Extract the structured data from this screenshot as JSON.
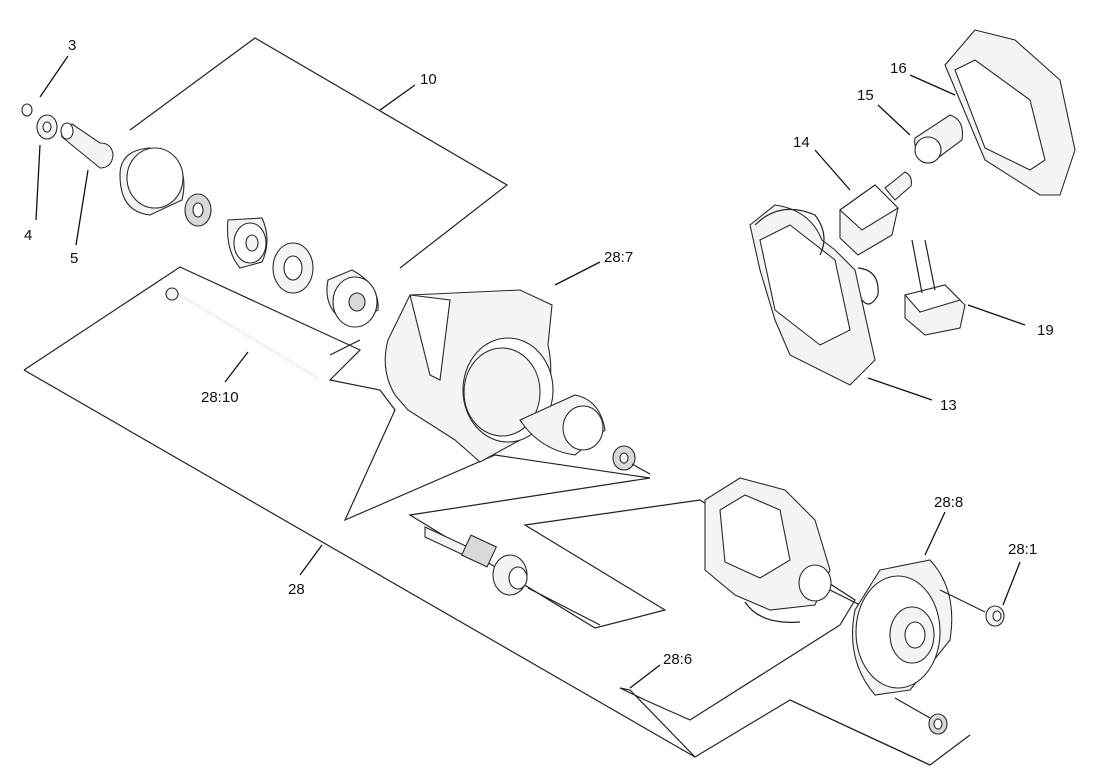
{
  "diagram": {
    "labels": {
      "p3": "3",
      "p4": "4",
      "p5": "5",
      "p10": "10",
      "p13": "13",
      "p14": "14",
      "p15": "15",
      "p16": "16",
      "p19": "19",
      "p28": "28",
      "p28_1": "28:1",
      "p28_6": "28:6",
      "p28_7": "28:7",
      "p28_8": "28:8",
      "p28_10": "28:10"
    }
  }
}
